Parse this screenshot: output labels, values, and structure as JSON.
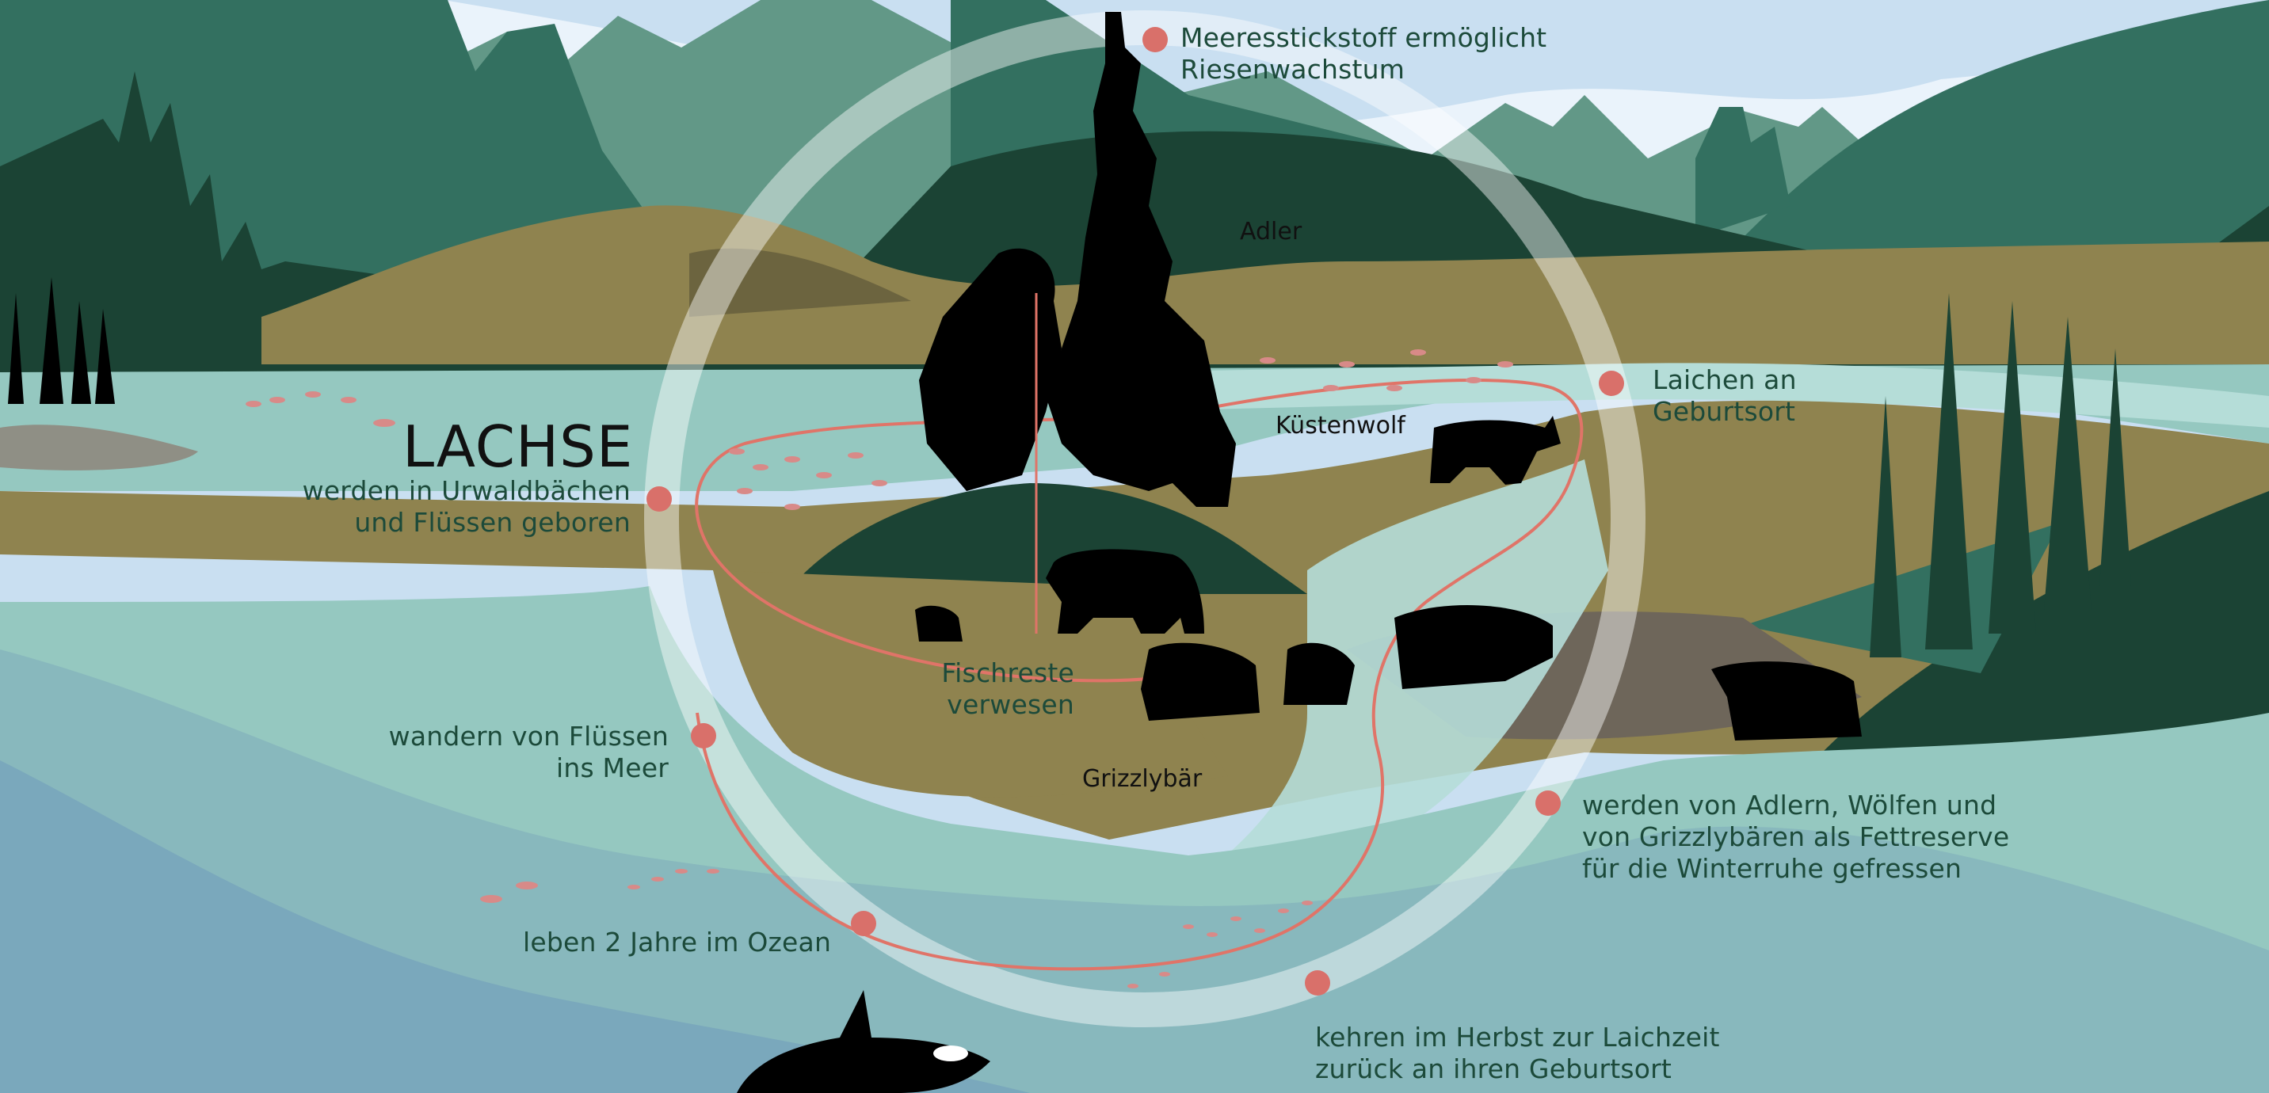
{
  "diagram": {
    "title": "LACHSE",
    "colors": {
      "sky": "#c9dff1",
      "snow": "#eaf3fb",
      "mountain_mid": "#337060",
      "mountain_light": "#629887",
      "forest_dark": "#1b4334",
      "land": "#8f834f",
      "land_shadow": "#6c643f",
      "river": "#95c8c0",
      "river_light": "#b5ddd8",
      "ocean": "#88b8bd",
      "ocean_deep": "#7aa8bc",
      "cycle_ring": "#ffffff",
      "path_line": "#e07468",
      "marker_dot": "#d9706a",
      "text_label": "#1c4a3a",
      "silhouette": "#000000",
      "salmon": "#d88a88"
    },
    "stages": [
      {
        "id": "born",
        "lines": [
          "werden in Urwaldbächen",
          "und Flüssen geboren"
        ]
      },
      {
        "id": "migrate",
        "lines": [
          "wandern von Flüssen",
          "ins Meer"
        ]
      },
      {
        "id": "ocean",
        "lines": [
          "leben 2 Jahre im Ozean"
        ]
      },
      {
        "id": "return",
        "lines": [
          "kehren im Herbst zur Laichzeit",
          "zurück an ihren Geburtsort"
        ]
      },
      {
        "id": "eaten",
        "lines": [
          "werden von Adlern, Wölfen und",
          "von Grizzlybären als Fettreserve",
          "für die Winterruhe gefressen"
        ]
      },
      {
        "id": "spawn",
        "lines": [
          "Laichen an",
          "Geburtsort"
        ]
      },
      {
        "id": "nitrogen",
        "lines": [
          "Meeresstickstoff ermöglicht",
          "Riesenwachstum"
        ]
      }
    ],
    "annotations": {
      "decay": [
        "Fischreste",
        "verwesen"
      ]
    },
    "animals": {
      "eagle": "Adler",
      "wolf": "Küstenwolf",
      "bear": "Grizzlybär"
    }
  }
}
